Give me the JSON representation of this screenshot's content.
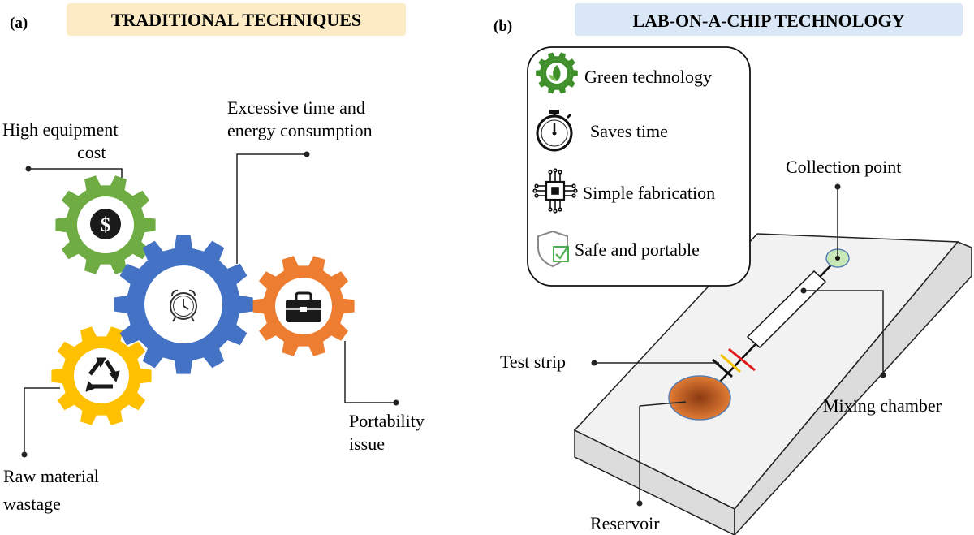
{
  "panel_a": {
    "label": "(a)",
    "title": "TRADITIONAL TECHNIQUES",
    "title_bg": "#fcebc4",
    "callouts": {
      "equipment_cost": [
        "High equipment",
        "cost"
      ],
      "time_energy": [
        "Excessive time and",
        "energy consumption"
      ],
      "portability": [
        "Portability",
        "issue"
      ],
      "raw_material": [
        "Raw material",
        "wastage"
      ]
    },
    "gears": {
      "green": "#6fac44",
      "blue": "#4472c4",
      "orange": "#ed7d31",
      "yellow": "#ffc000"
    },
    "gear_icons": [
      "dollar-icon",
      "alarm-clock-icon",
      "briefcase-icon",
      "recycle-icon"
    ],
    "dollar_symbol": "$"
  },
  "panel_b": {
    "label": "(b)",
    "title": "LAB-ON-A-CHIP TECHNOLOGY",
    "title_bg": "#dae7f6",
    "benefits": [
      {
        "text": "Green technology",
        "icon": "green-gear-leaf-icon"
      },
      {
        "text": "Saves time",
        "icon": "stopwatch-icon"
      },
      {
        "text": "Simple fabrication",
        "icon": "microchip-icon"
      },
      {
        "text": "Safe and portable",
        "icon": "shield-check-icon"
      }
    ],
    "chip_labels": {
      "collection": "Collection point",
      "test_strip": "Test strip",
      "mixing": "Mixing chamber",
      "reservoir": "Reservoir"
    },
    "colors": {
      "chip_top": "#f2f2f2",
      "chip_side": "#dcdcdc",
      "collection_fill": "#c9e8b8",
      "reservoir_fill": "#d9742f",
      "strip_colors": [
        "#111111",
        "#f2c200",
        "#e01b1b"
      ]
    }
  }
}
